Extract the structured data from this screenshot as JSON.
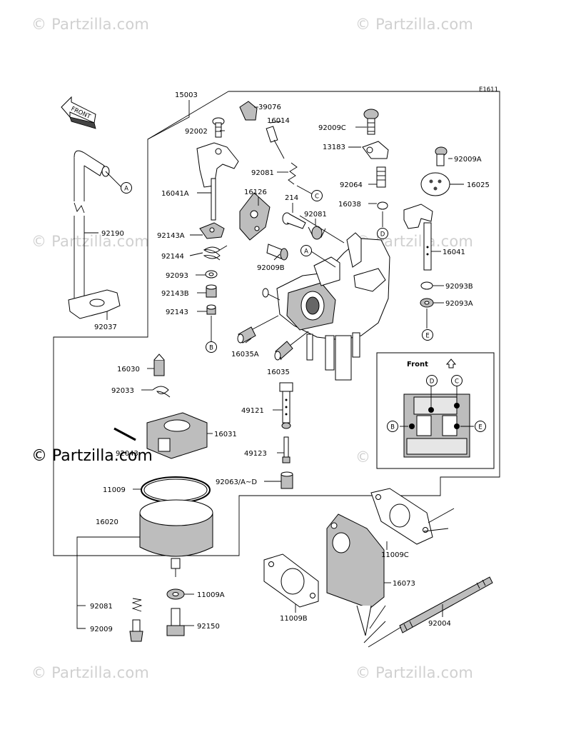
{
  "figure_code": "E1611",
  "watermark_text": "© Partzilla.com",
  "front_arrow_label": "FRONT",
  "inset": {
    "title": "Front",
    "arrow": "up-arrow-icon"
  },
  "callouts": {
    "A": "A",
    "B": "B",
    "C": "C",
    "D": "D",
    "E": "E"
  },
  "part_labels": {
    "p15003": "15003",
    "p39076": "39076",
    "p16014": "16014",
    "p92002": "92002",
    "p92009C": "92009C",
    "p13183": "13183",
    "p92009A": "92009A",
    "p92081a": "92081",
    "p92064": "92064",
    "p16025": "16025",
    "p16041A": "16041A",
    "p16126": "16126",
    "p214": "214",
    "p92081b": "92081",
    "p16038": "16038",
    "p92190": "92190",
    "p92143A": "92143A",
    "p92144": "92144",
    "p92009B": "92009B",
    "p16041": "16041",
    "p92093": "92093",
    "p92143B": "92143B",
    "p92093B": "92093B",
    "p92143": "92143",
    "p92093A": "92093A",
    "p92037": "92037",
    "p16035A": "16035A",
    "p16035": "16035",
    "p16030": "16030",
    "p92033": "92033",
    "p49121": "49121",
    "p16031": "16031",
    "p92043": "92043",
    "p49123": "49123",
    "p92063": "92063/A~D",
    "p11009": "11009",
    "p16020": "16020",
    "p11009C": "11009C",
    "p16073": "16073",
    "p11009A": "11009A",
    "p92081c": "92081",
    "p92009": "92009",
    "p92150": "92150",
    "p11009B": "11009B",
    "p92004": "92004"
  },
  "colors": {
    "ink": "#000000",
    "part_gray": "#bdbdbd",
    "watermark": "#d0d0d0"
  }
}
